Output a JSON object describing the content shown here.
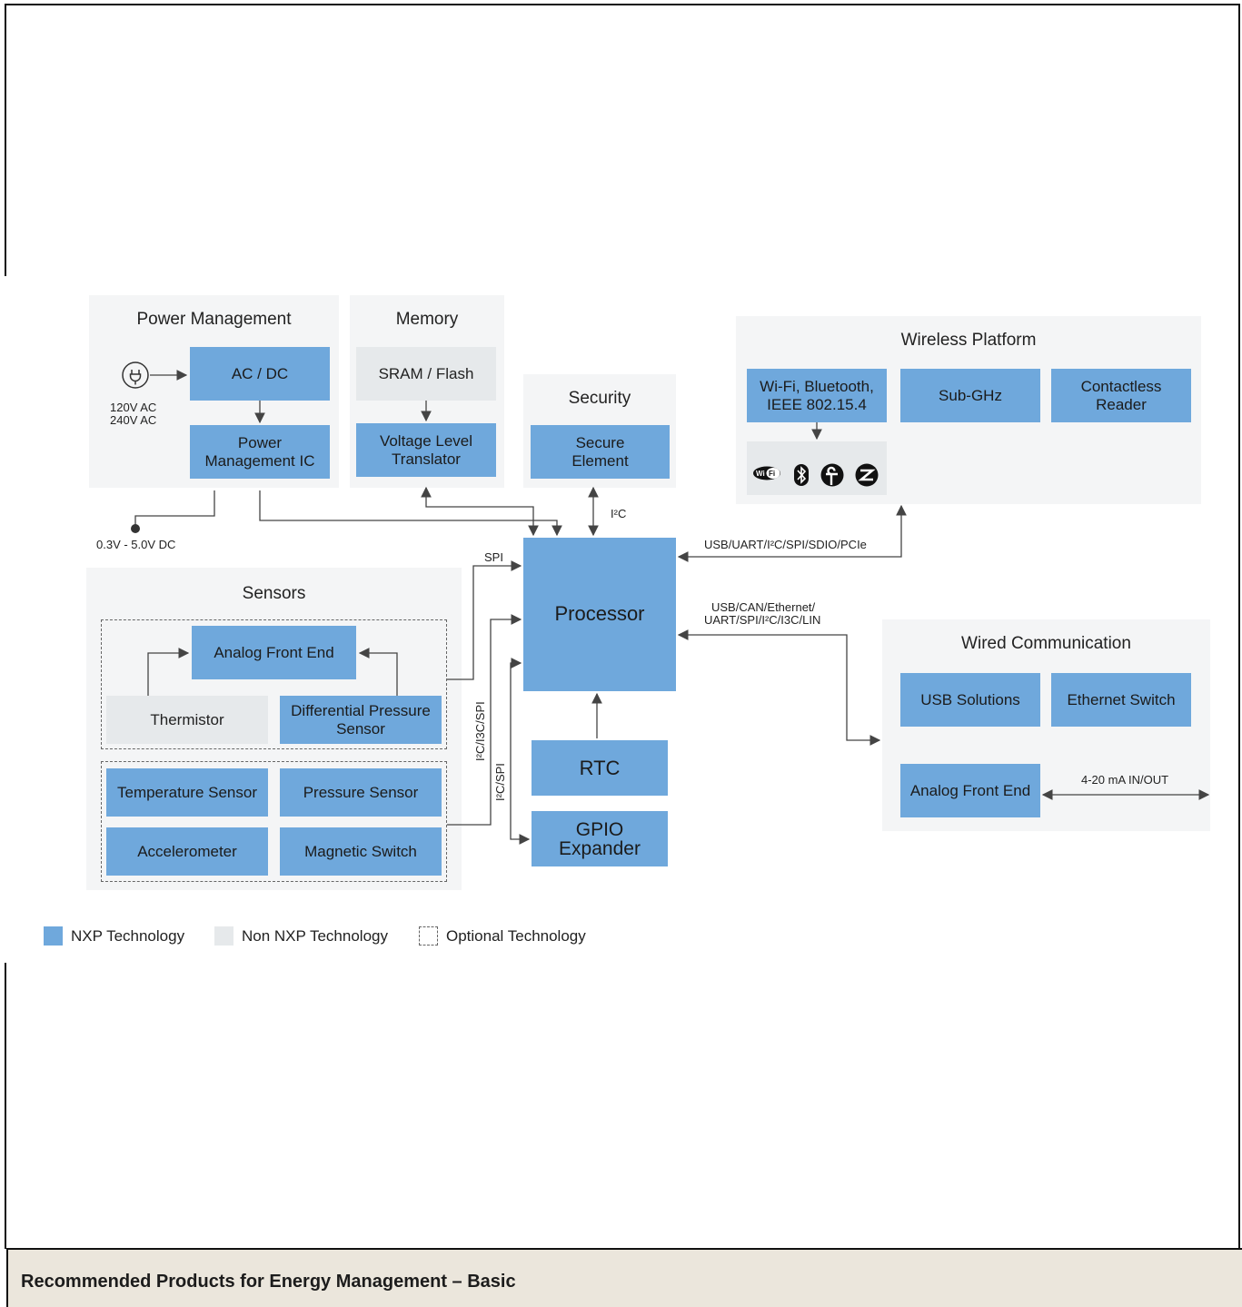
{
  "power": {
    "title": "Power Management",
    "acdc": "AC / DC",
    "pmic": "Power Management IC",
    "input_voltage_1": "120V AC",
    "input_voltage_2": "240V AC",
    "output_voltage": "0.3V - 5.0V DC"
  },
  "memory": {
    "title": "Memory",
    "sram": "SRAM / Flash",
    "translator": "Voltage Level Translator"
  },
  "security": {
    "title": "Security",
    "secure_element": "Secure Element",
    "bus": "I²C"
  },
  "wireless": {
    "title": "Wireless Platform",
    "wifi": "Wi-Fi, Bluetooth, IEEE 802.15.4",
    "subghz": "Sub-GHz",
    "contactless": "Contactless Reader",
    "bus": "USB/UART/I²C/SPI/SDIO/PCIe",
    "icons": [
      "wifi-icon",
      "bluetooth-icon",
      "thread-icon",
      "zigbee-icon"
    ]
  },
  "processor": {
    "label": "Processor"
  },
  "sensors": {
    "title": "Sensors",
    "afe": "Analog Front End",
    "thermistor": "Thermistor",
    "diff_pressure": "Differential Pressure Sensor",
    "temperature": "Temperature Sensor",
    "pressure": "Pressure Sensor",
    "accelerometer": "Accelerometer",
    "magnetic": "Magnetic Switch",
    "bus_spi": "SPI",
    "bus_i3c": "I²C/I3C/SPI",
    "bus_i2c": "I²C/SPI"
  },
  "rtc": {
    "label": "RTC"
  },
  "gpio": {
    "label": "GPIO Expander"
  },
  "wired": {
    "title": "Wired Communication",
    "usb": "USB Solutions",
    "ethernet": "Ethernet Switch",
    "afe": "Analog Front End",
    "current_loop": "4-20 mA IN/OUT",
    "bus_line1": "USB/CAN/Ethernet/",
    "bus_line2": "UART/SPI/I²C/I3C/LIN"
  },
  "legend": {
    "nxp": "NXP Technology",
    "non_nxp": "Non NXP Technology",
    "optional": "Optional Technology"
  },
  "footer": {
    "title": "Recommended Products for Energy Management – Basic"
  },
  "colors": {
    "nxp_block": "#6fa8dc",
    "non_nxp_block": "#e6e9eb",
    "panel": "#f4f5f6",
    "footer": "#ebe6dc"
  }
}
